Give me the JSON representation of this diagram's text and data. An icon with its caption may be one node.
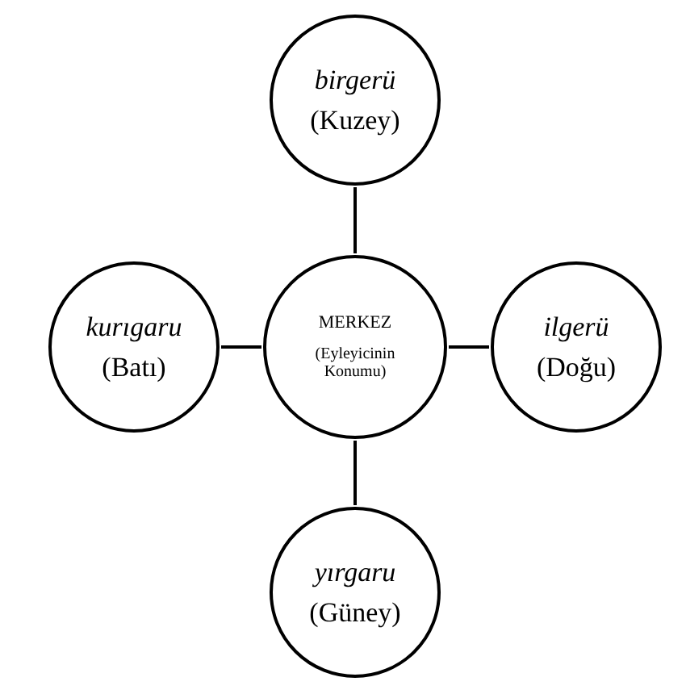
{
  "diagram": {
    "nodes": [
      {
        "text": [
          "MERKEZ",
          "(Eyleyicinin Konumu)"
        ]
      },
      {
        "text": [
          "birgerü",
          "(Kuzey)"
        ]
      },
      {
        "text": [
          "kurıgaru",
          "(Batı)"
        ]
      },
      {
        "text": [
          "ilgerü",
          "(Doğu)"
        ]
      },
      {
        "text": [
          "yırgaru",
          "(Güney)"
        ]
      }
    ],
    "edges": [
      {
        "from": 0,
        "to": 1,
        "arrow": "none"
      },
      {
        "from": 0,
        "to": 2,
        "arrow": "none"
      },
      {
        "from": 0,
        "to": 3,
        "arrow": "none"
      },
      {
        "from": 0,
        "to": 4,
        "arrow": "none"
      }
    ]
  }
}
